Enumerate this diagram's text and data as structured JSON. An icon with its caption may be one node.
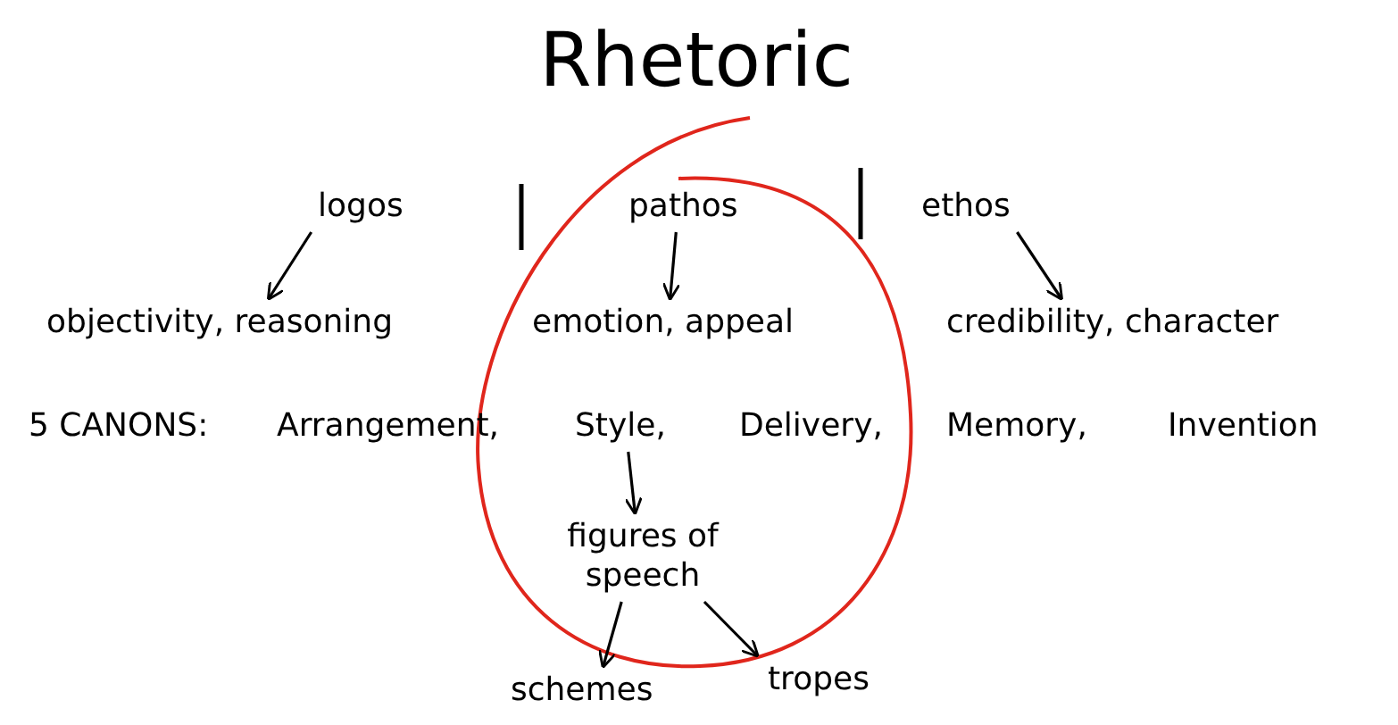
{
  "diagram": {
    "title": "Rhetoric",
    "nodes": [
      {
        "text": [
          "logos"
        ]
      },
      {
        "text": [
          "pathos"
        ]
      },
      {
        "text": [
          "ethos"
        ]
      },
      {
        "text": [
          "objectivity, reasoning"
        ]
      },
      {
        "text": [
          "emotion, appeal"
        ]
      },
      {
        "text": [
          "credibility, character"
        ]
      },
      {
        "text": [
          "Style,"
        ]
      },
      {
        "text": [
          "figures of speech"
        ]
      },
      {
        "text": [
          "schemes"
        ]
      },
      {
        "text": [
          "tropes"
        ]
      }
    ],
    "edges": [
      {
        "from": 0,
        "to": 3,
        "arrow": "to"
      },
      {
        "from": 1,
        "to": 4,
        "arrow": "to"
      },
      {
        "from": 2,
        "to": 5,
        "arrow": "to"
      },
      {
        "from": 6,
        "to": 7,
        "arrow": "to"
      },
      {
        "from": 7,
        "to": 8,
        "arrow": "to"
      },
      {
        "from": 7,
        "to": 9,
        "arrow": "to"
      }
    ],
    "labels": [
      "5 CANONS:",
      "Arrangement,",
      "Delivery,",
      "Memory,",
      "Invention"
    ]
  }
}
